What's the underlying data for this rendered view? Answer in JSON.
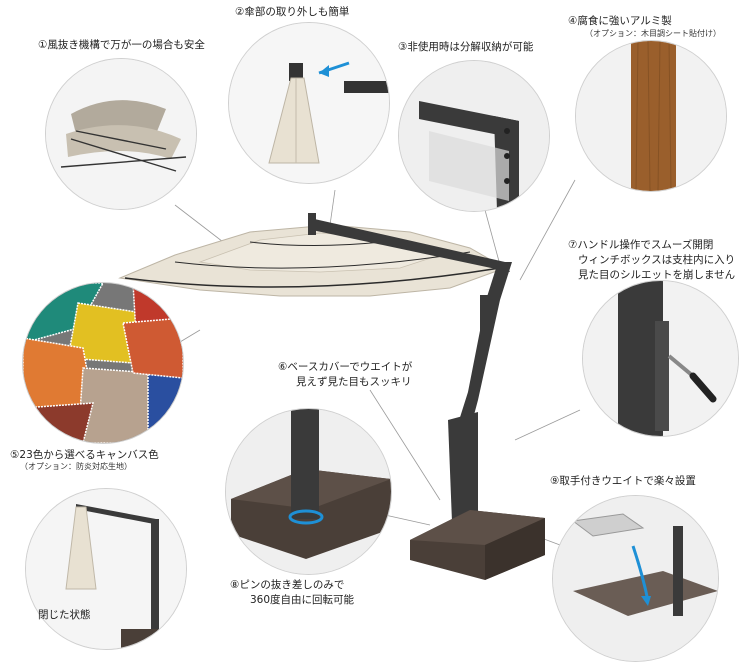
{
  "features": [
    {
      "id": 1,
      "title": "①風抜き機構で万が一の場合も安全"
    },
    {
      "id": 2,
      "title": "②傘部の取り外しも簡単"
    },
    {
      "id": 3,
      "title": "③非使用時は分解収納が可能"
    },
    {
      "id": 4,
      "title": "④腐食に強いアルミ製",
      "note": "（オプション：木目調シート貼付け）"
    },
    {
      "id": 5,
      "title": "⑤23色から選べるキャンバス色",
      "note": "（オプション：防炎対応生地）"
    },
    {
      "id": 6,
      "title_lines": [
        "⑥ベースカバーでウエイトが",
        "見えず見た目もスッキリ"
      ]
    },
    {
      "id": 7,
      "title_lines": [
        "⑦ハンドル操作でスムーズ開閉",
        "ウィンチボックスは支柱内に入り",
        "見た目のシルエットを崩しません"
      ]
    },
    {
      "id": 8,
      "title_lines": [
        "⑧ピンの抜き差しのみで",
        "360度自由に回転可能"
      ]
    },
    {
      "id": 9,
      "title": "⑨取手付きウエイトで楽々設置"
    }
  ],
  "closed_state_label": "閉じた状態",
  "colors": {
    "canvas": "#e9e3d6",
    "frame": "#3a3a3a",
    "wood": "#9a5f2c",
    "base": "#4a3f38",
    "arrow_blue": "#1e90d6"
  },
  "swatches": [
    "#1f8a7a",
    "#e2c022",
    "#c0392b",
    "#e07a33",
    "#b7a28f",
    "#2a4fa0",
    "#8c3a2c",
    "#cf5a33"
  ]
}
